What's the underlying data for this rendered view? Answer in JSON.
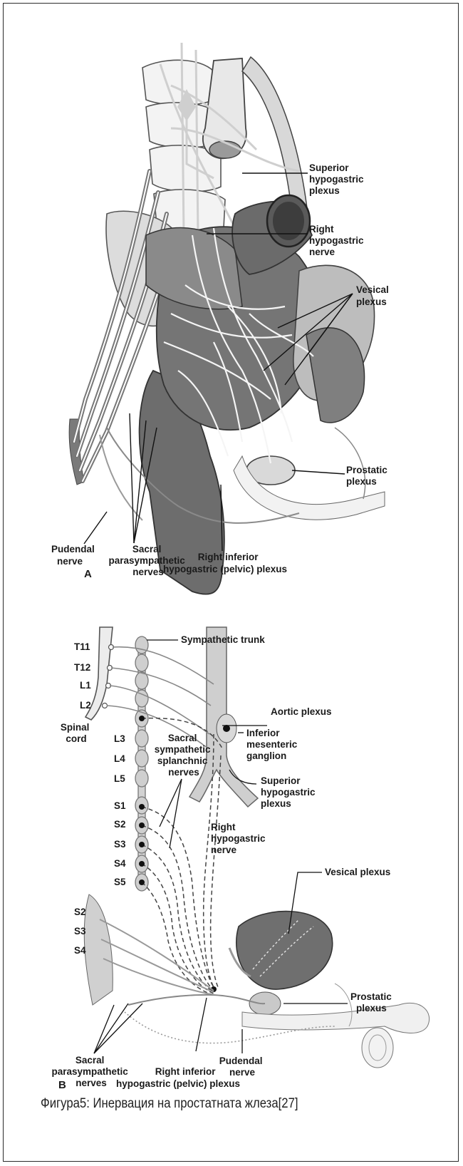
{
  "panelA": {
    "letter": "A",
    "labels": {
      "superior_hypogastric": [
        "Superior",
        "hypogastric",
        "plexus"
      ],
      "right_hypogastric_nerve": [
        "Right",
        "hypogastric",
        "nerve"
      ],
      "vesical_plexus": [
        "Vesical",
        "plexus"
      ],
      "prostatic_plexus": [
        "Prostatic",
        "plexus"
      ],
      "pudendal_nerve": [
        "Pudendal",
        "nerve"
      ],
      "sacral_parasympathetic": [
        "Sacral",
        "parasympathetic",
        "nerves"
      ],
      "right_inferior_hypogastric": [
        "Right inferior",
        "hypogastric (pelvic) plexus"
      ]
    }
  },
  "panelB": {
    "letter": "B",
    "levels_left": [
      "T11",
      "T12",
      "L1",
      "L2"
    ],
    "levels_chain": [
      "L3",
      "L4",
      "L5",
      "S1",
      "S2",
      "S3",
      "S4",
      "S5"
    ],
    "sacral_roots": [
      "S2",
      "S3",
      "S4"
    ],
    "labels": {
      "sympathetic_trunk": [
        "Sympathetic trunk"
      ],
      "spinal_cord": [
        "Spinal",
        "cord"
      ],
      "aortic_plexus": [
        "Aortic plexus"
      ],
      "sacral_sympathetic_splanchnic": [
        "Sacral",
        "sympathetic",
        "splanchnic",
        "nerves"
      ],
      "inferior_mesenteric_ganglion": [
        "Inferior",
        "mesenteric",
        "ganglion"
      ],
      "superior_hypogastric": [
        "Superior",
        "hypogastric",
        "plexus"
      ],
      "right_hypogastric_nerve": [
        "Right",
        "hypogastric",
        "nerve"
      ],
      "vesical_plexus": [
        "Vesical plexus"
      ],
      "prostatic_plexus": [
        "Prostatic",
        "plexus"
      ],
      "pudendal_nerve": [
        "Pudendal",
        "nerve"
      ],
      "sacral_parasympathetic": [
        "Sacral",
        "parasympathetic",
        "nerves"
      ],
      "right_inferior_hypogastric": [
        "Right inferior",
        "hypogastric (pelvic) plexus"
      ]
    }
  },
  "caption": "Фигура5: Инервация на простатната жлеза[27]"
}
